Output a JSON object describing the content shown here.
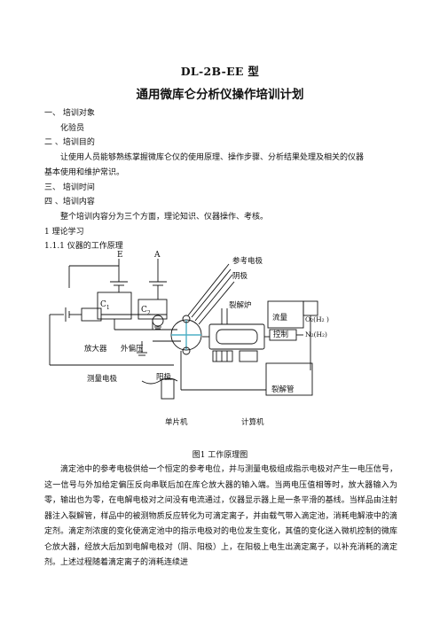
{
  "doc": {
    "title_model": "DL-2B-EE 型",
    "title_main": "通用微库仑分析仪操作培训计划",
    "s1_heading": "一、 培训对象",
    "s1_body": "化验员",
    "s2_heading": "二 、培训目的",
    "s2_body_1": "让使用人员能够熟练掌握微库仑仪的使用原理、操作步骤、分析结果处理及相关的仪器",
    "s2_body_2": "基本使用和维护常识。",
    "s3_heading": "三、 培训时间",
    "s4_heading": "四 、培训内容",
    "s4_body": "整个培训内容分为三个方面，理论知识、仪器操作、考核。",
    "sub1": "1 理论学习",
    "sub11": "1.1.1 仪器的工作原理",
    "caption": "图1   工作原理图",
    "paragraph": "滴定池中的参考电极供给一个恒定的参考电位，并与测量电极组成指示电极对产生一电压信号，这一信号与外加给定偏压反向串联后加在库仑放大器的输入端。当两电压值相等时，放大器输入为零，输出也为零，在电解电极对之间没有电流通过，仪器显示器上是一条平滑的基线。当样品由注射器注入裂解管，样品中的被测物质反应转化为可滴定离子，并由载气带入滴定池，消耗电解液中的滴定剂。滴定剂浓度的变化使滴定池中的指示电极对的电位发生变化，其值的变化送入微机控制的微库仑放大器，经放大后加到电解电极对（阴、阳极）上，在阳极上电生出滴定离子，以补充消耗的滴定剂。上述过程随着滴定离子的消耗连续进"
  },
  "diagram": {
    "label_E": "E",
    "label_A": "A",
    "label_c1": "C",
    "label_c1_sub": "1",
    "label_c2": "C",
    "label_c2_sub": "2",
    "label_ref_electrode": "参考电极",
    "label_cathode": "阴极",
    "label_furnace": "裂解炉",
    "label_flowmeter": "流量",
    "label_o2": "O₂(H₂ )",
    "label_n2": "N₂(H₂)",
    "label_control": "控制",
    "label_amplifier": "放大器",
    "label_bias": "外偏压",
    "label_measure_electrode": "测量电极",
    "label_anode": "阳极",
    "label_tube": "裂解管",
    "label_mcu": "单片机",
    "label_computer": "计算机"
  }
}
